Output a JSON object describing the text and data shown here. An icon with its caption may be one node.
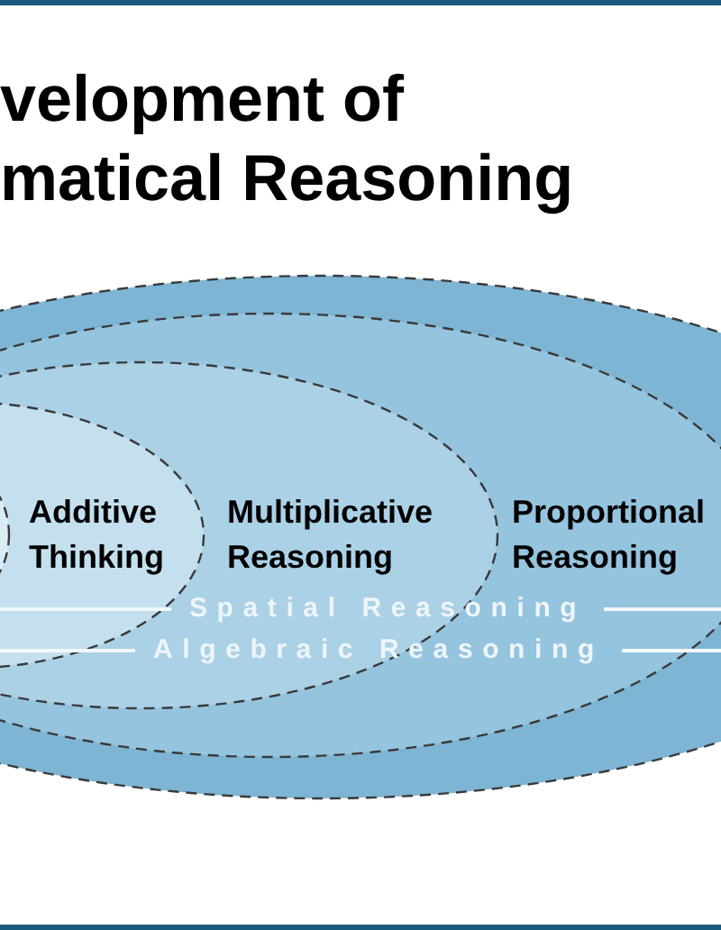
{
  "diagram": {
    "title": "velopment of matical Reasoning",
    "nodes": [
      {
        "text": [],
        "shape": "ellipse"
      },
      {
        "text": [
          "Proportional Reasoning"
        ],
        "in": 0
      },
      {
        "text": [
          "Multiplicative Reasoning"
        ],
        "in": 1
      },
      {
        "text": [
          "Additive Thinking"
        ],
        "in": 2
      },
      {
        "text": [],
        "shape": "ellipse",
        "in": 3
      }
    ],
    "labels": [
      "Spatial Reasoning",
      "Algebraic Reasoning"
    ]
  }
}
